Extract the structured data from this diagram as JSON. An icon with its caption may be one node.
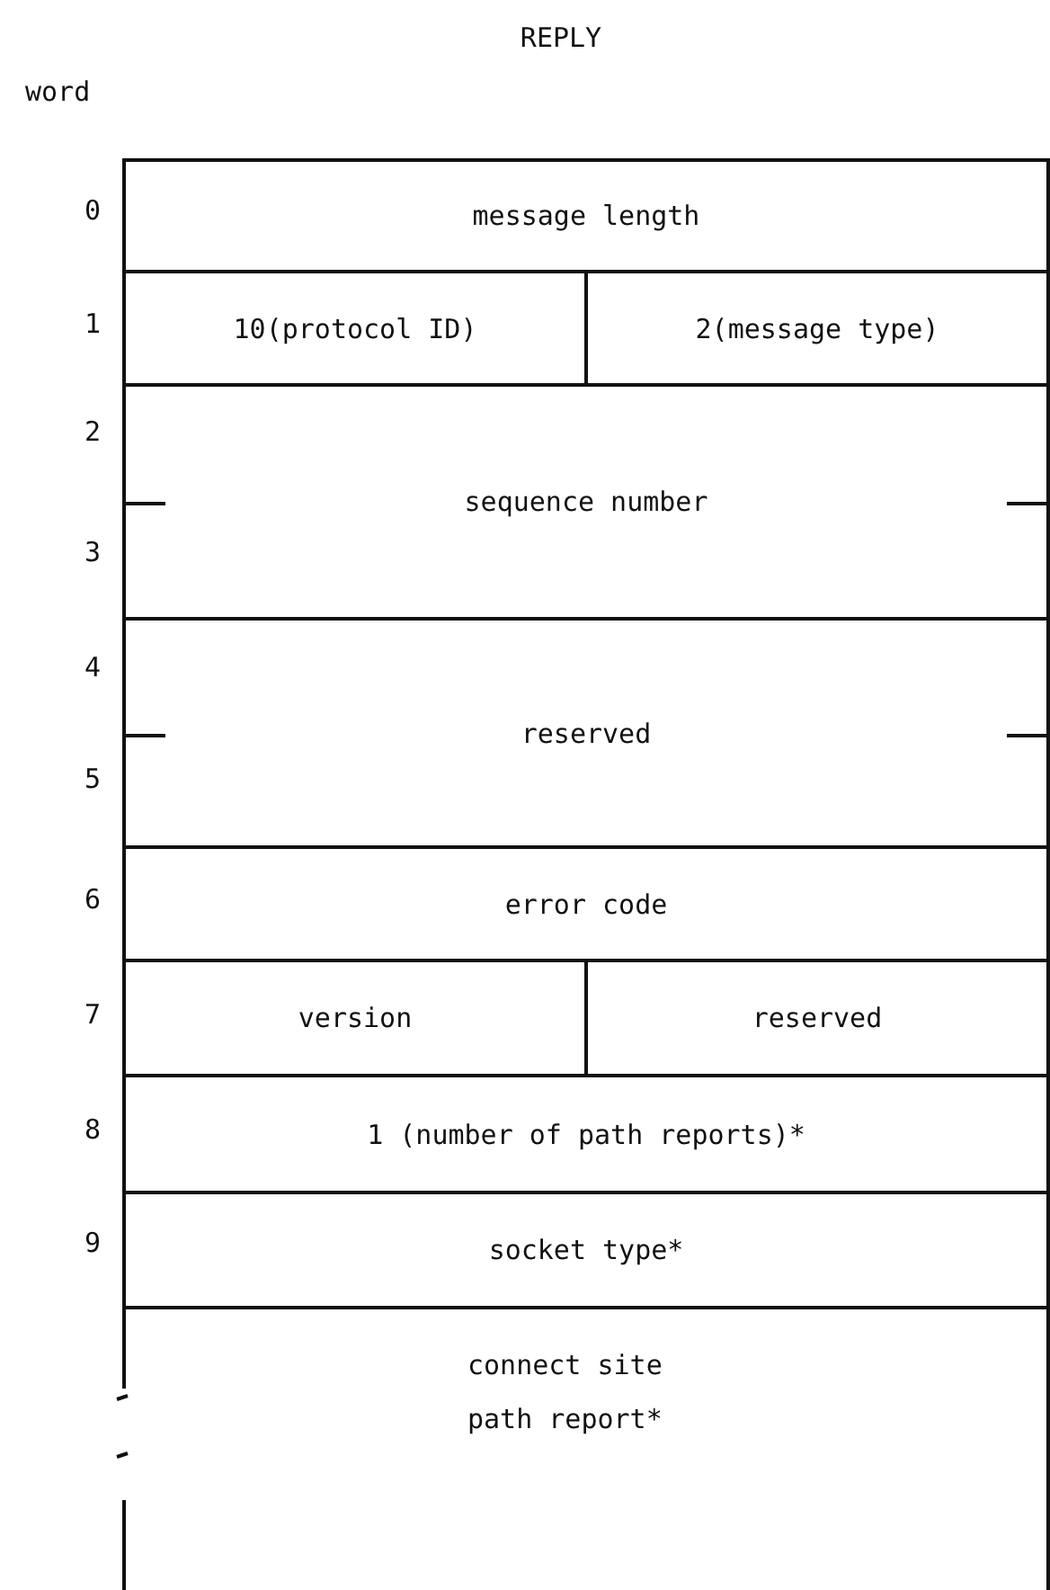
{
  "diagram": {
    "title": "REPLY",
    "nodes": [
      {
        "text": [
          "message length"
        ]
      },
      {
        "text": [
          "10(protocol ID)"
        ]
      },
      {
        "text": [
          "2(message type)"
        ]
      },
      {
        "text": [
          "sequence number"
        ]
      },
      {
        "text": [
          "reserved"
        ]
      },
      {
        "text": [
          "error code"
        ]
      },
      {
        "text": [
          "version"
        ]
      },
      {
        "text": [
          "reserved"
        ]
      },
      {
        "text": [
          "1 (number of path reports)*"
        ]
      },
      {
        "text": [
          "socket type*"
        ]
      },
      {
        "text": [
          "connect site path report*"
        ]
      }
    ],
    "edges": [],
    "labels": [
      "word",
      "0",
      "1",
      "2",
      "3",
      "4",
      "5",
      "6",
      "7",
      "8",
      "9"
    ]
  }
}
